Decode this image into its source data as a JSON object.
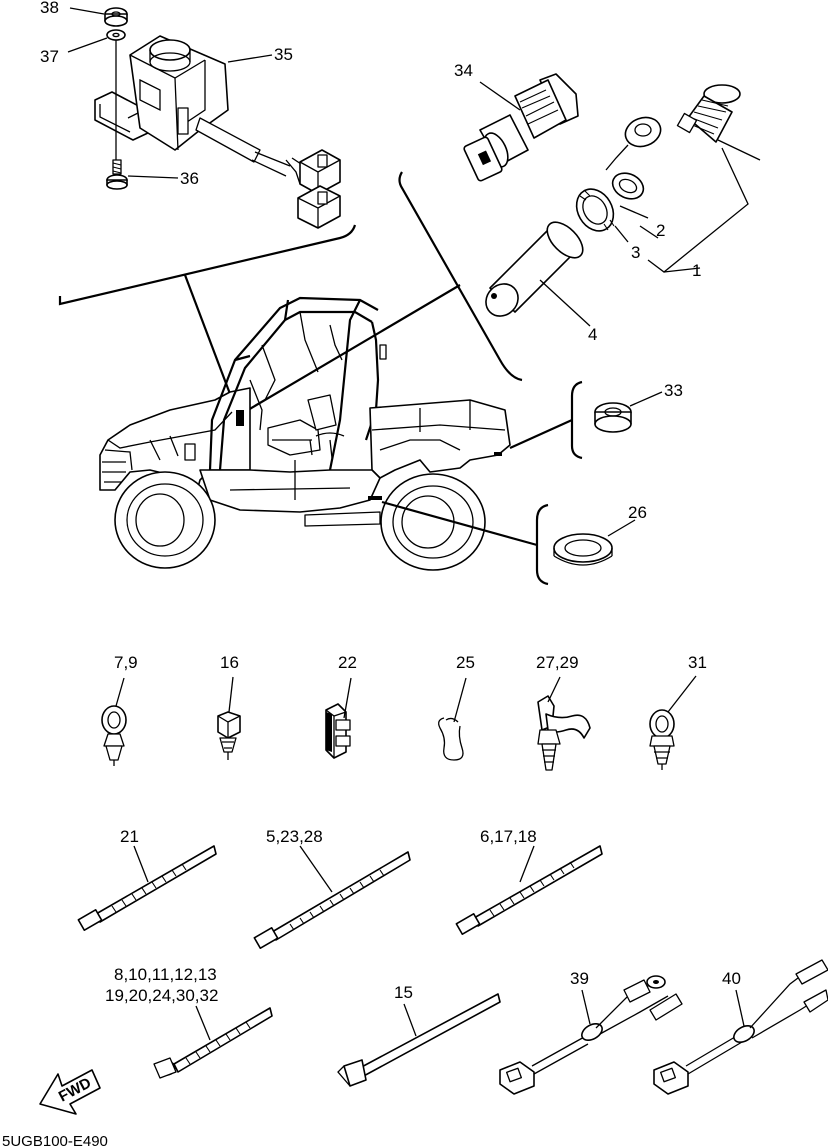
{
  "diagram": {
    "code": "5UGB100-E490",
    "fwd_label": "FWD",
    "callouts": {
      "p38": "38",
      "p37": "37",
      "p35": "35",
      "p36": "36",
      "p34": "34",
      "p2": "2",
      "p3": "3",
      "p1": "1",
      "p4": "4",
      "p33": "33",
      "p26": "26",
      "p7_9": "7,9",
      "p16": "16",
      "p22": "22",
      "p25": "25",
      "p27_29": "27,29",
      "p31": "31",
      "p21": "21",
      "p5_23_28": "5,23,28",
      "p6_17_18": "6,17,18",
      "p8_line1": "8,10,11,12,13",
      "p8_line2": "19,20,24,30,32",
      "p15": "15",
      "p39": "39",
      "p40": "40"
    }
  }
}
